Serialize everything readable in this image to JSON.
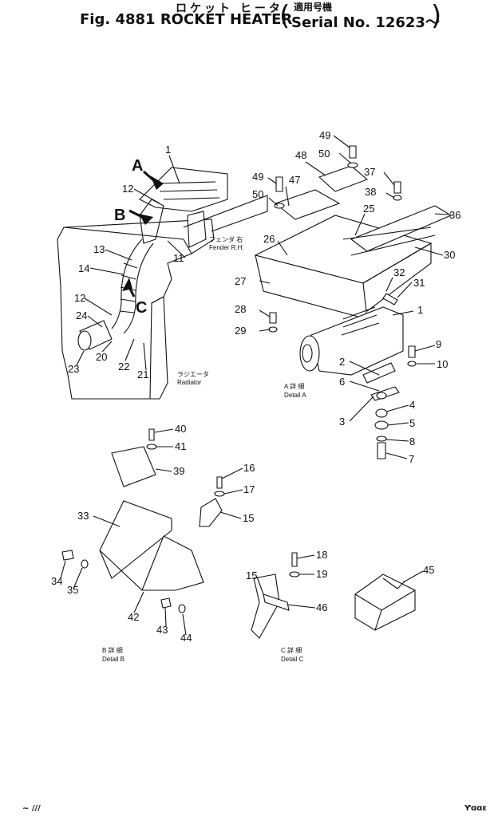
{
  "header": {
    "title_jp": "ロケット ヒータ",
    "serial_jp": "適用号機",
    "fig_label": "Fig. 4881 ROCKET HEATER",
    "serial_label": "Serial No. 12623～"
  },
  "views": {
    "detail_a_jp": "A 詳 細",
    "detail_a": "Detail A",
    "detail_b_jp": "B 詳 細",
    "detail_b": "Detail B",
    "detail_c_jp": "C 詳 細",
    "detail_c": "Detail C"
  },
  "annotations": {
    "fender_jp": "フェンダ 右",
    "fender": "Fender R.H.",
    "radiator_jp": "ラジエータ",
    "radiator": "Radiator"
  },
  "view_arrows": [
    "A",
    "B",
    "C"
  ],
  "parts": [
    "1",
    "2",
    "3",
    "4",
    "5",
    "6",
    "7",
    "8",
    "9",
    "10",
    "11",
    "12",
    "13",
    "14",
    "15",
    "16",
    "17",
    "18",
    "19",
    "20",
    "21",
    "22",
    "23",
    "24",
    "25",
    "26",
    "27",
    "28",
    "29",
    "30",
    "31",
    "32",
    "33",
    "34",
    "35",
    "36",
    "37",
    "38",
    "39",
    "40",
    "41",
    "42",
    "43",
    "44",
    "45",
    "46",
    "47",
    "48",
    "49",
    "50"
  ],
  "footer": {
    "left": "~ ///",
    "right": "Ƴɑɑɛ"
  }
}
